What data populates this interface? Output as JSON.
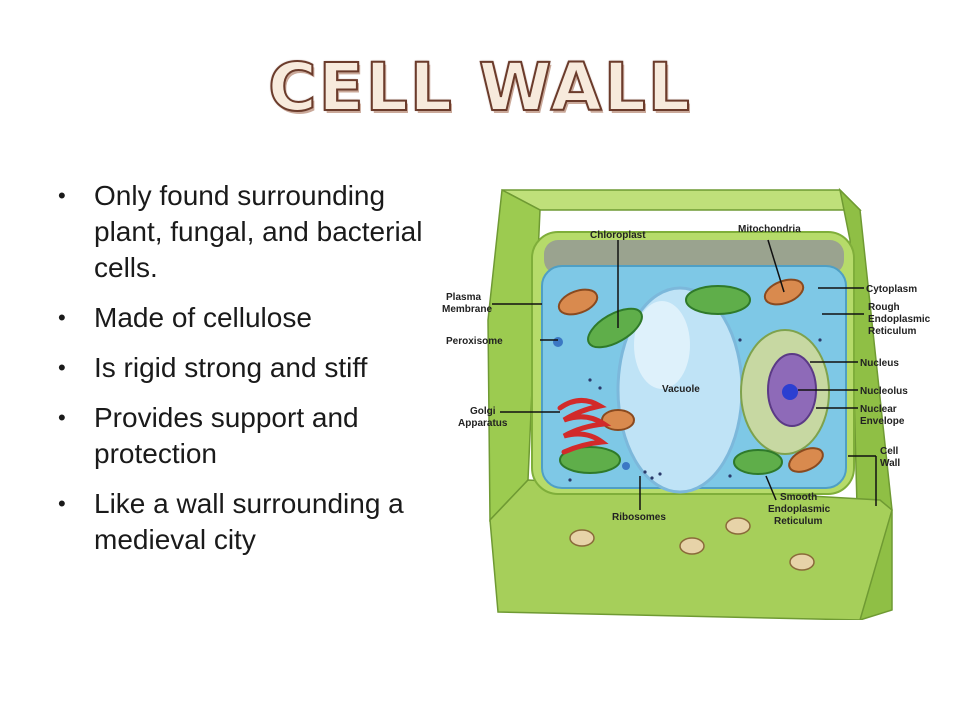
{
  "slide": {
    "title": "CELL WALL",
    "bullets": [
      "Only found surrounding plant, fungal, and bacterial cells.",
      "Made of cellulose",
      "Is rigid strong and stiff",
      "Provides support and protection",
      "Like a wall surrounding a medieval city"
    ]
  },
  "diagram": {
    "labels": {
      "chloroplast": "Chloroplast",
      "mitochondria": "Mitochondria",
      "cytoplasm": "Cytoplasm",
      "plasma_membrane_1": "Plasma",
      "plasma_membrane_2": "Membrane",
      "rough_er_1": "Rough",
      "rough_er_2": "Endoplasmic",
      "rough_er_3": "Reticulum",
      "peroxisome": "Peroxisome",
      "nucleus": "Nucleus",
      "vacuole": "Vacuole",
      "nucleolus": "Nucleolus",
      "golgi_1": "Golgi",
      "golgi_2": "Apparatus",
      "nuclear_envelope_1": "Nuclear",
      "nuclear_envelope_2": "Envelope",
      "cell_wall_1": "Cell",
      "cell_wall_2": "Wall",
      "smooth_er_1": "Smooth",
      "smooth_er_2": "Endoplasmic",
      "smooth_er_3": "Reticulum",
      "ribosomes": "Ribosomes"
    },
    "colors": {
      "wall": "#a6cf5a",
      "wall_dark": "#7fae3a",
      "cytoplasm": "#7ec8e6",
      "vacuole": "#bfe3f6",
      "nucleus": "#8e6ab8",
      "chloroplast": "#5fae4a",
      "mitochondria": "#d98a4e",
      "golgi": "#d22a2a"
    }
  }
}
